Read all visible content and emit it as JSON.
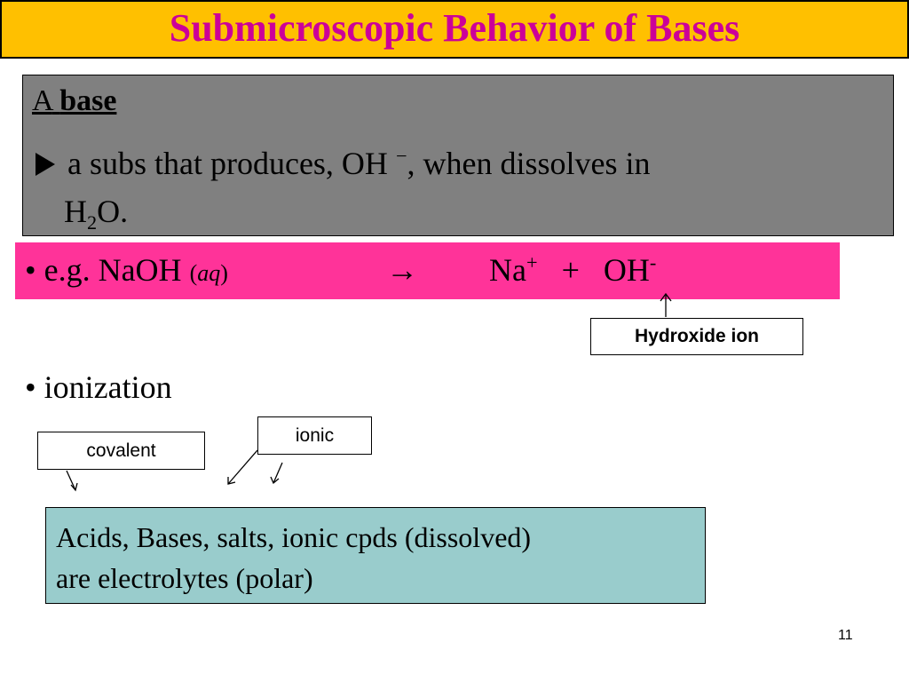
{
  "title": "Submicroscopic Behavior of Bases",
  "definition": {
    "heading_a": "A",
    "heading_term": "base",
    "line1_pre": "a subs that produces, OH",
    "line1_sup": "−",
    "line1_post": ", when dissolves in",
    "line2_h": "H",
    "line2_sub": "2",
    "line2_post": "O."
  },
  "equation": {
    "bullet": "• e.g.  NaOH",
    "aq_open": "(",
    "aq": "aq",
    "aq_close": ")",
    "arrow": "→",
    "na": "Na",
    "na_charge": "+",
    "plus": "+",
    "oh": "OH",
    "oh_charge": "-"
  },
  "callouts": {
    "hydroxide": "Hydroxide ion",
    "covalent": "covalent",
    "ionic": "ionic"
  },
  "ionization_label": "• ionization",
  "electrolytes": {
    "line1": "Acids, Bases, salts, ionic cpds (dissolved)",
    "line2": "are electrolytes (polar)"
  },
  "page_number": "11",
  "colors": {
    "title_bg": "#ffc000",
    "title_text": "#cc0099",
    "definition_bg": "#808080",
    "equation_bg": "#ff3399",
    "electrolytes_bg": "#99cccc"
  }
}
